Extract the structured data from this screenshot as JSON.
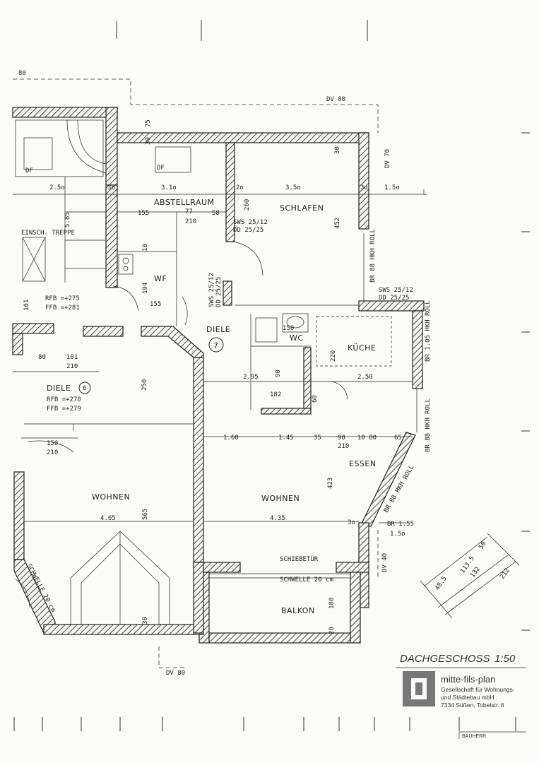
{
  "rooms": {
    "abstellraum": "ABSTELLRAUM",
    "schlafen": "SCHLAFEN",
    "wf": "WF",
    "wc": "WC",
    "diele_upper": "DIELE",
    "diele_upper_num": "7",
    "kueche": "KÜCHE",
    "diele_lower": "DIELE",
    "diele_lower_num": "6",
    "essen": "ESSEN",
    "wohnen_left": "WOHNEN",
    "wohnen_right": "WOHNEN",
    "balkon": "BALKON"
  },
  "notes": {
    "einsch_treppe": "EINSCH. TREPPE",
    "rfb_upper": "RFB =+275",
    "ffb_upper": "FFB =+281",
    "rfb_lower": "RFB =+270",
    "ffb_lower": "FFB =+279",
    "df_left": "DF",
    "df_right": "DF",
    "dv80_top": "DV 80",
    "dv80_bottom": "DV 80",
    "dv70": "DV 70",
    "dv40": "DV 40",
    "schiebetuer": "SCHIEBETÜR",
    "schwelle_20": "SCHWELLE 20 cm",
    "schwelle_left": "SCHWELLE 20 cm",
    "sws1": "SWS 25/12",
    "dd1": "DD 25/25",
    "sws2": "SWS 25/12",
    "dd2": "DD 25/25",
    "sws3": "SWS 25/12",
    "dd3": "DD 25/25",
    "br_hkh_roll_1": "BR 88 HKH ROLL",
    "br_hkh_roll_2": "BR 1.05 HKH ROLL",
    "br_hkh_roll_3": "BR 88 HKH ROLL",
    "br_hkh_roll_4": "BR 88 HKH ROLL",
    "br_155": "BR 1.55",
    "top80": "80"
  },
  "dims": {
    "d250": "2.5o",
    "d30a": "3o",
    "d310": "3.1o",
    "d20": "2o",
    "d350": "3.5o",
    "d30b": "3o",
    "d150": "1.5o",
    "d75": "75",
    "d30top": "30",
    "d30r": "30",
    "d452": "452",
    "d585": "5.85",
    "d155": "155",
    "d77": "77",
    "d58": "58",
    "d210a": "210",
    "d260": "260",
    "d194": "194",
    "d155b": "155",
    "d10a": "10",
    "d101": "101",
    "d80": "80",
    "d101b": "101",
    "d210b": "210",
    "d250b": "250",
    "d220": "220",
    "d295": "2.95",
    "d90": "90",
    "d250c": "2.50",
    "d182": "182",
    "d150b": "150",
    "d60": "60",
    "d160": "1.60",
    "d145": "1.45",
    "d35": "35",
    "d90b": "90",
    "d1080": "10 80",
    "d65": "65",
    "d210c": "210",
    "d423": "423",
    "d465": "4.65",
    "d565": "565",
    "d435": "4.35",
    "d30c": "3o",
    "d150c": "1.5o",
    "d180": "180",
    "d20b": "20",
    "d30d": "30",
    "d150d": "150",
    "d210d": "210",
    "d50": "50",
    "d1135": "113.5",
    "d132": "132",
    "d485": "48.5",
    "d212": "212"
  },
  "title_block": {
    "title": "DACHGESCHOSS",
    "scale": "1:50",
    "company": "mitte-fils-plan",
    "line1": "Gesellschaft für Wohnungs-",
    "line2": "und Städtebau mbH",
    "line3": "7334 Süßen, Tobelstr. 6",
    "bauherr": "BAUHERR"
  },
  "colors": {
    "ink": "#222222",
    "paper": "#fbfbf9"
  }
}
